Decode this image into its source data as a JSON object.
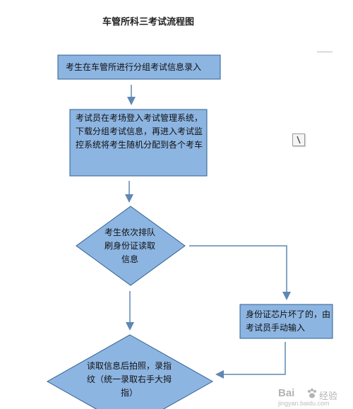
{
  "title": "车管所科三考试流程图",
  "nodes": {
    "step1": "考生在车管所进行分组考试信息录入",
    "step2": "考试员在考场登入考试管理系统，下载分组考试信息，再进入考试监控系统将考生随机分配到各个考车",
    "decision1": "考生依次排队刷身份证读取信息",
    "manual": "身份证芯片坏了的，由考试员手动输入",
    "decision2": "读取信息后拍照，录指纹（统一录取右手大拇指）"
  },
  "watermark": {
    "brand": "Bai",
    "text": "经验",
    "url": "jingyan.baidu.com"
  },
  "colors": {
    "box_fill": "#8db5e2",
    "box_stroke": "#2f5f8f",
    "arrow": "#5f87b3"
  },
  "icons": {
    "corner": "corner-line-icon",
    "cursor": "cursor-icon",
    "watermark": "paw-icon"
  }
}
